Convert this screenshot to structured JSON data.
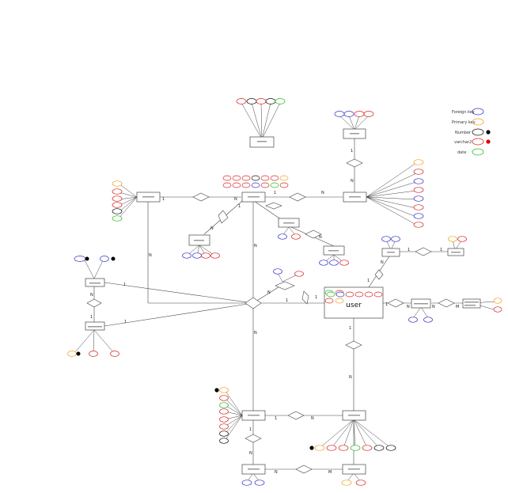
{
  "colors": {
    "foreign_key": "#3333cc",
    "primary_key": "#f0a020",
    "number": "#111111",
    "varchar2": "#dd2222",
    "date": "#22bb22"
  },
  "legend": {
    "foreign_key": "Foreign key",
    "primary_key": "Primary key",
    "number": "Number",
    "varchar2": "varchar2",
    "date": "date"
  },
  "entities": {
    "user": "user"
  },
  "cardinalities": {
    "one": "1",
    "many": "N",
    "many_m": "M"
  }
}
